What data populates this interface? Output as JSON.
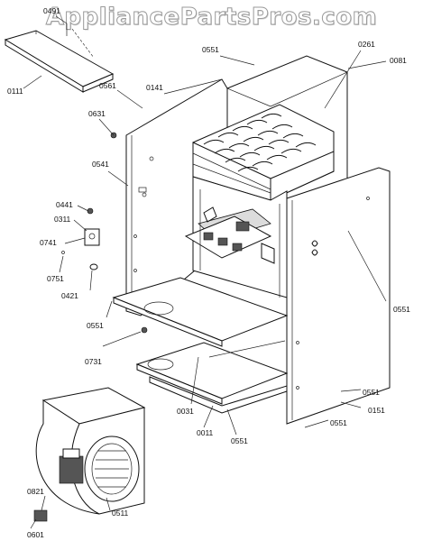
{
  "watermark": "AppliancePartsPros.com",
  "labels": {
    "p0491": "0491",
    "p0111": "0111",
    "p0551_top": "0551",
    "p0261": "0261",
    "p0081": "0081",
    "p0561": "0561",
    "p0141": "0141",
    "p0631": "0631",
    "p0541": "0541",
    "p0441": "0441",
    "p0311": "0311",
    "p0741": "0741",
    "p0751": "0751",
    "p0421": "0421",
    "p0551_left": "0551",
    "p0731": "0731",
    "p0031": "0031",
    "p0011": "0011",
    "p0551_bottom": "0551",
    "p0551_right": "0551",
    "p0551_lowright": "0551",
    "p0151": "0151",
    "p0551_corner": "0551",
    "p0821": "0821",
    "p0511": "0511",
    "p0601": "0601"
  }
}
